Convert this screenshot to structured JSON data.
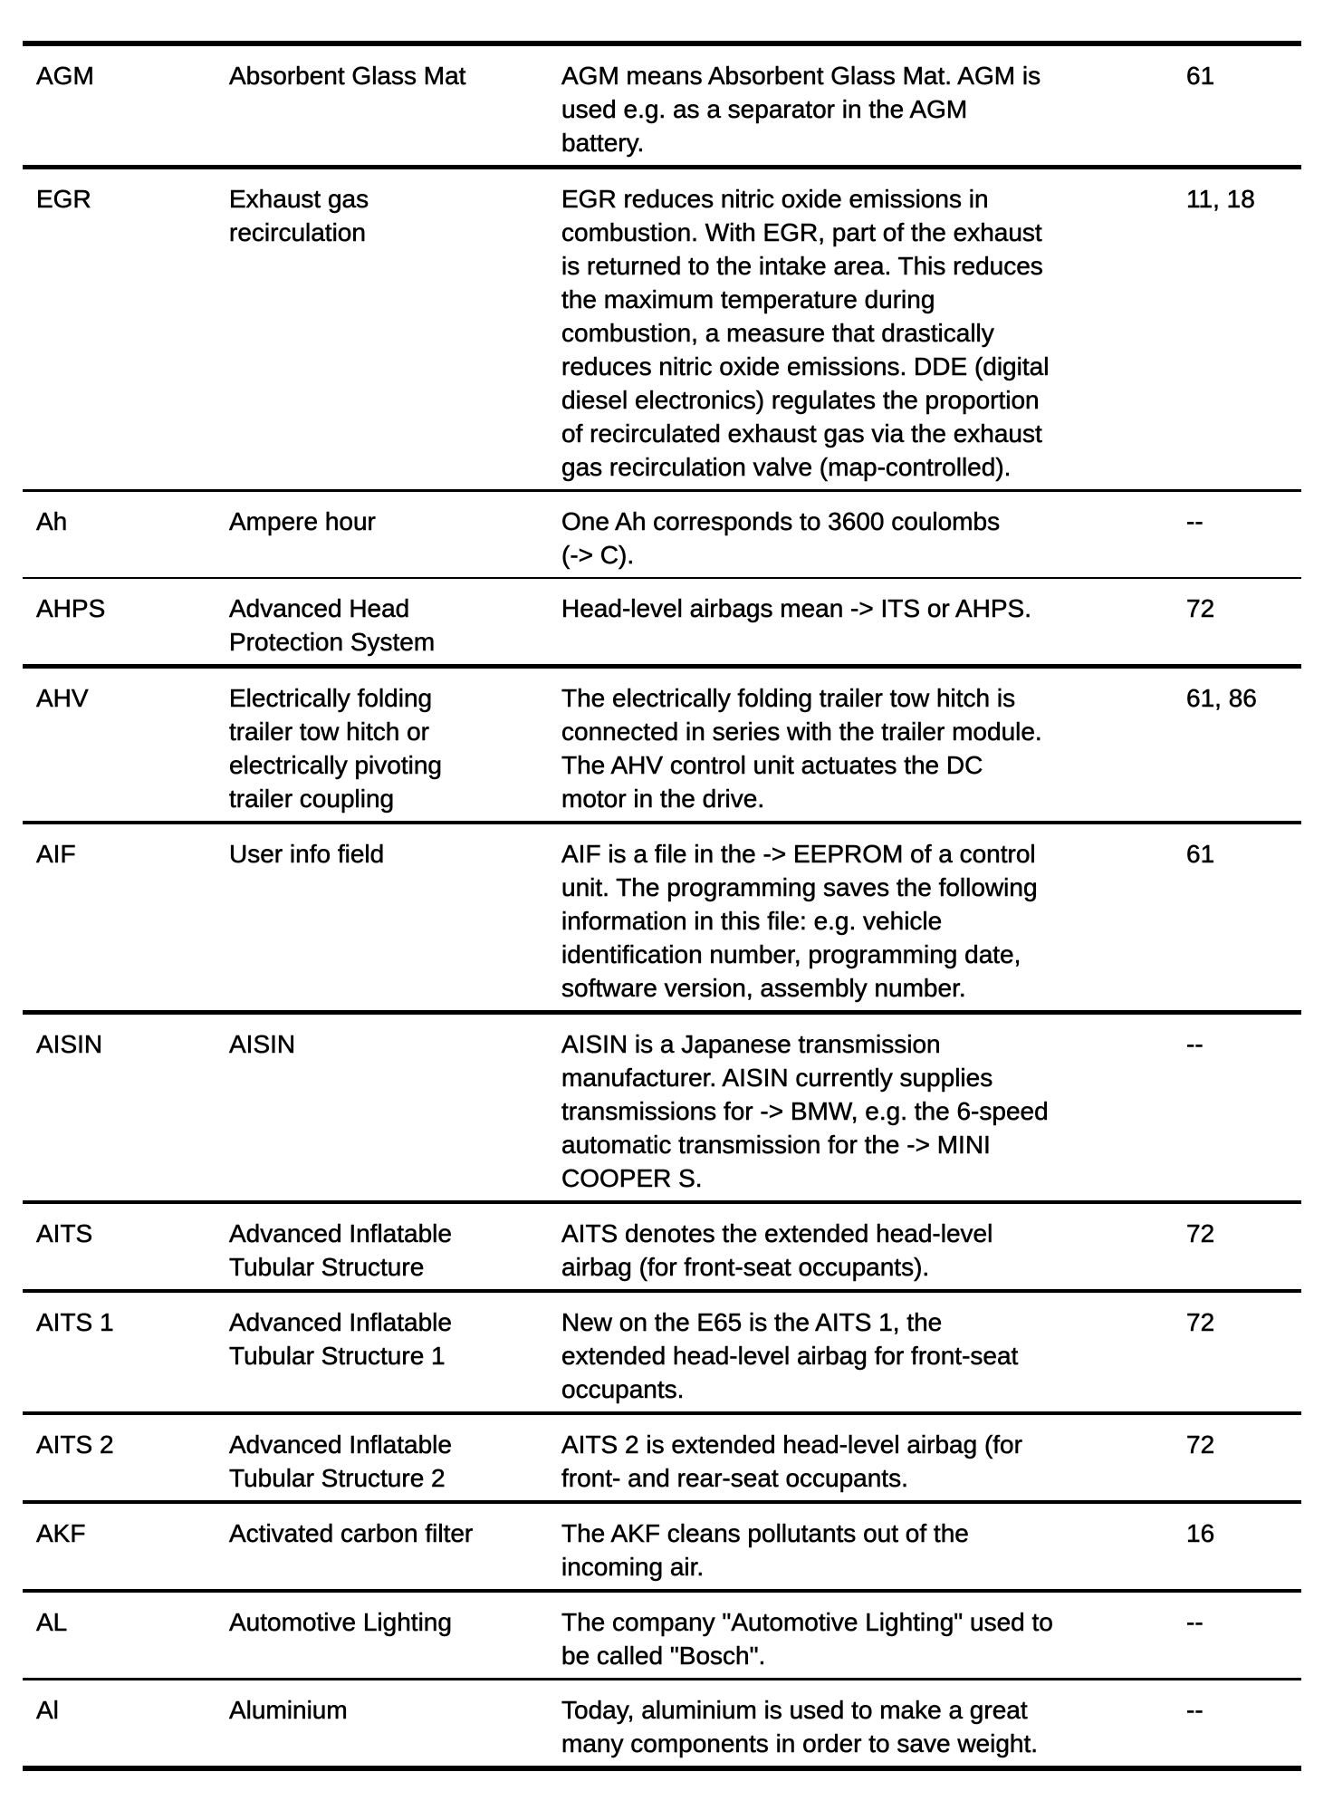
{
  "table": {
    "rows": [
      {
        "abbr": "AGM",
        "term": "Absorbent Glass Mat",
        "description": "AGM means Absorbent Glass Mat. AGM is\nused e.g. as a separator in the AGM\nbattery.",
        "pages": "61"
      },
      {
        "abbr": "EGR",
        "term": "Exhaust gas\nrecirculation",
        "description": "EGR reduces nitric oxide emissions in\ncombustion. With EGR, part of the exhaust\nis returned to the intake area. This reduces\nthe maximum temperature during\ncombustion, a measure that drastically\nreduces nitric oxide emissions. DDE (digital\ndiesel electronics) regulates the proportion\nof recirculated exhaust gas via the exhaust\ngas recirculation valve (map-controlled).",
        "pages": "11, 18"
      },
      {
        "abbr": "Ah",
        "term": "Ampere hour",
        "description": "One Ah corresponds to 3600 coulombs\n(-> C).",
        "pages": "--"
      },
      {
        "abbr": "AHPS",
        "term": "Advanced Head\nProtection System",
        "description": "Head-level airbags mean -> ITS or AHPS.",
        "pages": "72"
      },
      {
        "abbr": "AHV",
        "term": "Electrically folding\ntrailer tow hitch or\nelectrically pivoting\ntrailer coupling",
        "description": "The electrically folding trailer tow hitch is\nconnected in series with the trailer module.\nThe AHV control unit actuates the DC\nmotor in the drive.",
        "pages": "61, 86"
      },
      {
        "abbr": "AIF",
        "term": "User info field",
        "description": "AIF is a file in the -> EEPROM of a control\nunit. The programming saves the following\ninformation in this file: e.g. vehicle\nidentification number, programming date,\nsoftware version, assembly number.",
        "pages": "61"
      },
      {
        "abbr": "AISIN",
        "term": "AISIN",
        "description": "AISIN is a Japanese transmission\nmanufacturer. AISIN currently supplies\ntransmissions for -> BMW, e.g. the 6-speed\nautomatic transmission for the -> MINI\nCOOPER S.",
        "pages": "--"
      },
      {
        "abbr": "AITS",
        "term": "Advanced Inflatable\nTubular Structure",
        "description": "AITS denotes the extended head-level\nairbag (for front-seat occupants).",
        "pages": "72"
      },
      {
        "abbr": "AITS 1",
        "term": "Advanced Inflatable\nTubular Structure 1",
        "description": "New on the E65 is the AITS 1, the\nextended head-level airbag for front-seat\noccupants.",
        "pages": "72"
      },
      {
        "abbr": "AITS 2",
        "term": "Advanced Inflatable\nTubular Structure 2",
        "description": "AITS 2 is extended head-level airbag (for\nfront- and rear-seat occupants.",
        "pages": "72"
      },
      {
        "abbr": "AKF",
        "term": "Activated carbon filter",
        "description": "The AKF cleans pollutants out of the\nincoming air.",
        "pages": "16"
      },
      {
        "abbr": "AL",
        "term": "Automotive Lighting",
        "description": "The company \"Automotive Lighting\" used to\nbe called \"Bosch\".",
        "pages": "--"
      },
      {
        "abbr": "Al",
        "term": "Aluminium",
        "description": "Today, aluminium is used to make a great\nmany components in order to save weight.",
        "pages": "--"
      }
    ]
  }
}
